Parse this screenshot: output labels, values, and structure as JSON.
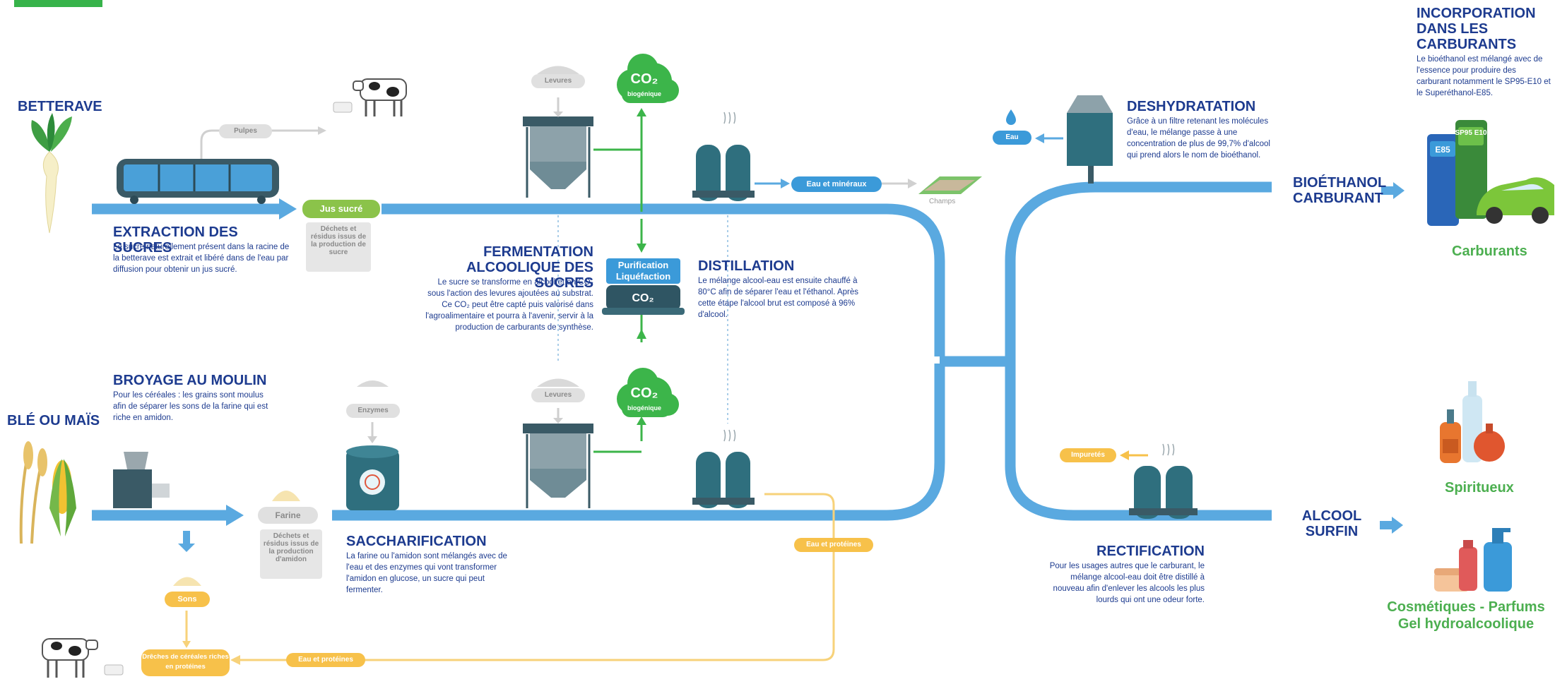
{
  "sources": {
    "beet": "BETTERAVE",
    "grain": "BLÉ OU MAÏS"
  },
  "labels": {
    "pulpes": "Pulpes",
    "levures_top": "Levures",
    "levures_bottom": "Levures",
    "enzymes": "Enzymes",
    "jus_sucre": "Jus sucré",
    "dechets_beet": "Déchets et résidus issus de la production de sucre",
    "dechets_grain": "Déchets et résidus issus de la production d'amidon",
    "farine": "Farine",
    "sons": "Sons",
    "dreches": "Drêches de céréales riches en protéines",
    "eau_proteines_right": "Eau et protéines",
    "eau_proteines_bottom": "Eau et protéines",
    "eau_mineraux": "Eau et minéraux",
    "champs": "Champs",
    "eau": "Eau",
    "impuretes": "Impuretés",
    "co2_main": "CO₂",
    "co2_sub": "biogénique",
    "purification": "Purification Liquéfaction",
    "co2_box": "CO₂",
    "e85": "E85",
    "sp95": "SP95 E10"
  },
  "steps": {
    "extraction": {
      "title": "EXTRACTION DES SUCRES",
      "text": "Le sucre naturellement présent dans la racine de la betterave est extrait et libéré dans de l'eau par diffusion pour obtenir un jus sucré."
    },
    "broyage": {
      "title": "BROYAGE AU MOULIN",
      "text": "Pour les céréales : les grains sont moulus afin de séparer les sons de la farine qui est riche en amidon."
    },
    "fermentation": {
      "title": "FERMENTATION ALCOOLIQUE DES SUCRES",
      "text": "Le sucre se transforme en alcool et en CO₂ sous l'action des levures ajoutées au substrat. Ce CO₂ peut être capté puis valorisé dans l'agroalimentaire et pourra à l'avenir, servir à la production de carburants de synthèse."
    },
    "saccharification": {
      "title": "SACCHARIFICATION",
      "text": "La farine ou l'amidon sont mélangés avec de l'eau et des enzymes qui vont transformer l'amidon en glucose, un sucre qui peut fermenter."
    },
    "distillation": {
      "title": "DISTILLATION",
      "text": "Le mélange alcool-eau est ensuite chauffé à 80°C afin de séparer l'eau et l'éthanol. Après cette étape l'alcool brut est composé à 96% d'alcool."
    },
    "deshydratation": {
      "title": "DESHYDRATATION",
      "text": "Grâce à un filtre retenant les molécules d'eau, le mélange passe à une concentration de plus de 99,7% d'alcool qui prend alors le nom de bioéthanol."
    },
    "incorporation": {
      "title": "INCORPORATION DANS LES CARBURANTS",
      "text": "Le bioéthanol est mélangé avec de l'essence pour produire des carburant notamment le SP95-E10 et le Superéthanol-E85."
    },
    "rectification": {
      "title": "RECTIFICATION",
      "text": "Pour les usages autres que le carburant, le mélange alcool-eau doit être distillé à nouveau afin d'enlever les alcools les plus lourds qui ont une odeur forte."
    }
  },
  "outputs": {
    "bioethanol": "BIOÉTHANOL CARBURANT",
    "alcool_surfin": "ALCOOL SURFIN",
    "carburants": "Carburants",
    "spiritueux": "Spiritueux",
    "cosmetiques": "Cosmétiques - Parfums Gel hydroalcoolique"
  },
  "colors": {
    "pipe_blue": "#5aa9e0",
    "title_navy": "#1d3b8f",
    "product_green": "#4caf50",
    "co2_green": "#3cb54a",
    "yellow": "#f7c14a",
    "tank_teal": "#2f6f7e"
  }
}
